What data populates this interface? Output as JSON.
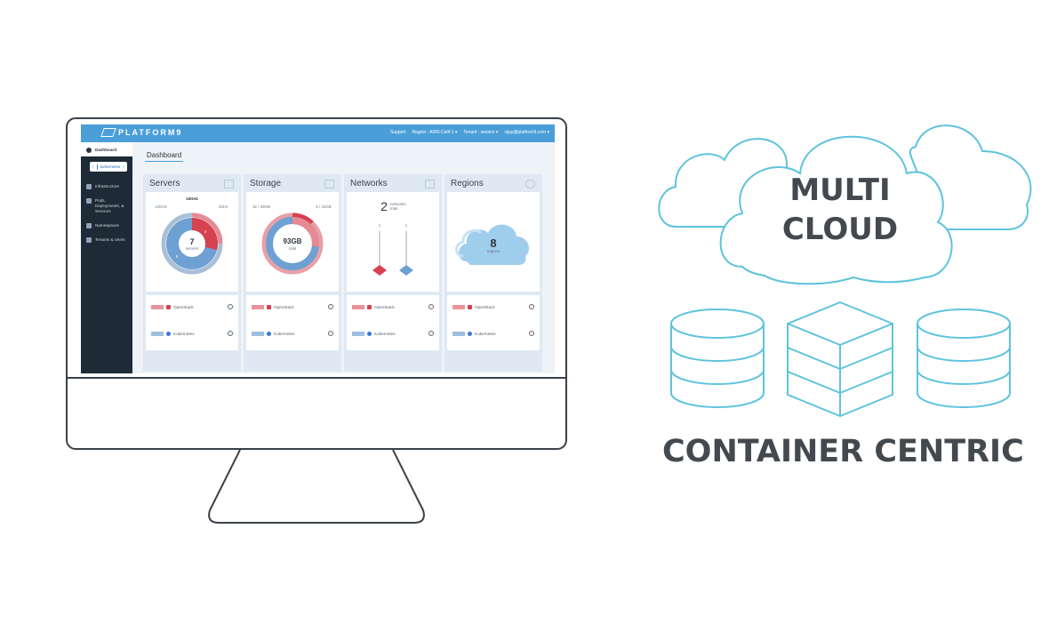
{
  "app": {
    "logo_text": "PLATFORM9",
    "nav": {
      "support": "Support",
      "region": "Region : AWS-Calif-1 ▾",
      "tenant": "Tenant : service ▾",
      "user": "vijay@platform9.com ▾"
    }
  },
  "sidebar": {
    "items": [
      {
        "label": "Dashboard",
        "icon": "dashboard-icon",
        "active": true
      },
      {
        "label": "Infrastructure",
        "icon": "infrastructure-icon"
      },
      {
        "label": "Pods, Deployments, & Services",
        "icon": "pods-icon"
      },
      {
        "label": "Namespaces",
        "icon": "namespaces-icon"
      },
      {
        "label": "Tenants & Users",
        "icon": "users-icon"
      }
    ],
    "switcher_label": "kubernetes"
  },
  "tab_label": "Dashboard",
  "panels": {
    "servers": {
      "title": "Servers",
      "ghz_total": "16GHz",
      "ghz_left": "12GHz",
      "ghz_right": "4GHz",
      "center_value": "7",
      "center_label": "servers",
      "seg_label_red": "2",
      "seg_label_blue": "5",
      "red_fraction": 0.29,
      "outer_red_fraction": 0.25
    },
    "storage": {
      "title": "Storage",
      "left_label": "32 / 39GB",
      "right_label": "5 / 34GB",
      "center_value": "93GB",
      "center_label": "total",
      "red_fraction": 0.27,
      "outer_red_fraction": 0.12
    },
    "networks": {
      "title": "Networks",
      "count": "2",
      "count_label": "networks total",
      "pin_red_label": "1",
      "pin_blue_label": "1"
    },
    "regions": {
      "title": "Regions",
      "count": "8",
      "count_label": "regions"
    }
  },
  "legend": {
    "openstack": "OpenStack",
    "kubernetes": "Kubernetes"
  },
  "headings": {
    "multi": "MULTI",
    "cloud": "CLOUD",
    "container": "CONTAINER CENTRIC"
  },
  "colors": {
    "accent": "#4a9fd9",
    "cloud_stroke": "#5ec3dc",
    "red": "#d6424f",
    "blue": "#6ea0d3"
  }
}
